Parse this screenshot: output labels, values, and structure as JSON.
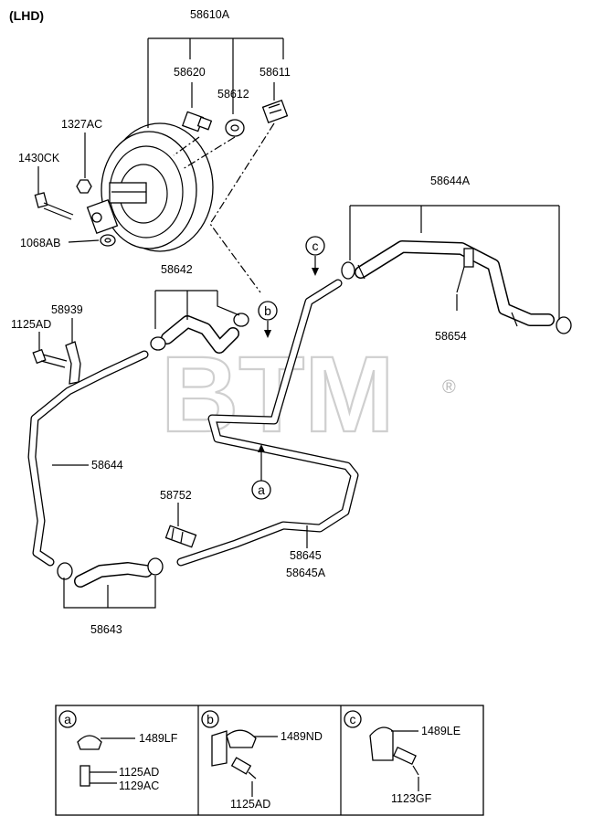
{
  "header": {
    "variant": "(LHD)"
  },
  "watermark": {
    "text": "BTM",
    "mark": "®"
  },
  "labels": {
    "p58610A": "58610A",
    "p58620": "58620",
    "p58611": "58611",
    "p58612": "58612",
    "p1327AC": "1327AC",
    "p1430CK": "1430CK",
    "p1068AB": "1068AB",
    "p58644A": "58644A",
    "p58642": "58642",
    "p58939": "58939",
    "p1125AD": "1125AD",
    "p58654": "58654",
    "p58644": "58644",
    "p58752": "58752",
    "p58645": "58645",
    "p58645A": "58645A",
    "p58643": "58643"
  },
  "callouts": {
    "a": "a",
    "b": "b",
    "c": "c"
  },
  "detail_panels": [
    {
      "callout": "a",
      "labels": [
        "1489LF",
        "1125AD",
        "1129AC"
      ]
    },
    {
      "callout": "b",
      "labels": [
        "1489ND",
        "1125AD"
      ]
    },
    {
      "callout": "c",
      "labels": [
        "1489LE",
        "1123GF"
      ]
    }
  ]
}
